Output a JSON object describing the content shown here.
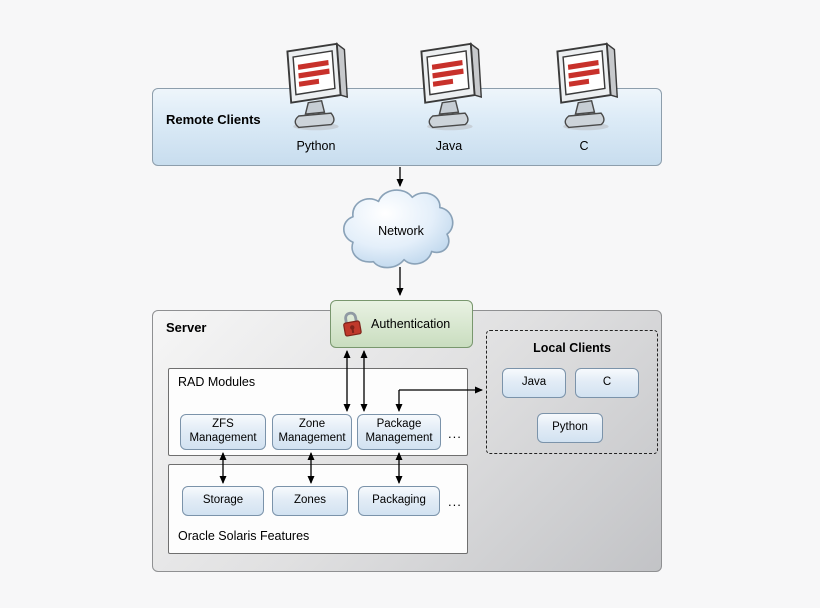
{
  "remote_clients": {
    "title": "Remote Clients",
    "clients": [
      "Python",
      "Java",
      "C"
    ]
  },
  "network": {
    "label": "Network"
  },
  "server": {
    "title": "Server"
  },
  "authentication": {
    "label": "Authentication"
  },
  "rad_modules": {
    "title": "RAD Modules",
    "items": [
      "ZFS\nManagement",
      "Zone\nManagement",
      "Package\nManagement"
    ],
    "ellipsis": "..."
  },
  "solaris_features": {
    "title": "Oracle Solaris Features",
    "items": [
      "Storage",
      "Zones",
      "Packaging"
    ],
    "ellipsis": "..."
  },
  "local_clients": {
    "title": "Local Clients",
    "items": [
      "Java",
      "C",
      "Python"
    ]
  },
  "colors": {
    "page_bg": "#f7f7f8",
    "remote_clients_fill": "#c8ddee",
    "server_fill": "#d4d5d7",
    "authentication_fill": "#d3e2c8",
    "chip_fill": "#dbe8f4",
    "chip_border": "#7b93aa",
    "lock_red": "#c0392b",
    "monitor_stripe_red": "#c8312b",
    "arrow": "#000000"
  }
}
